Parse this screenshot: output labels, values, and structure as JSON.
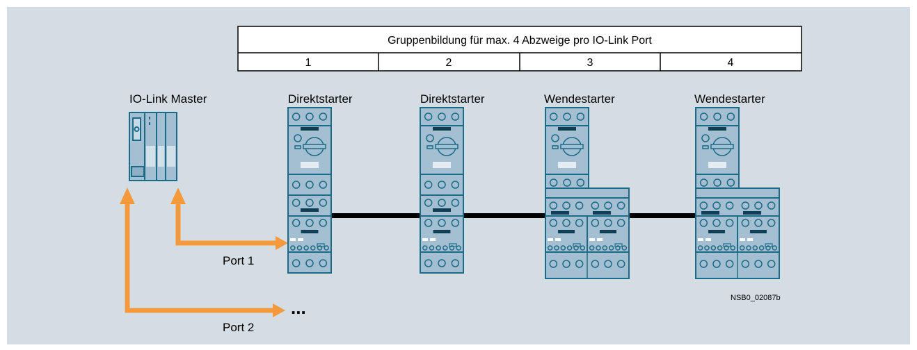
{
  "header": {
    "title": "Gruppenbildung für max. 4 Abzweige pro IO-Link Port",
    "columns": [
      "1",
      "2",
      "3",
      "4"
    ]
  },
  "master": {
    "label": "IO-Link Master"
  },
  "starters": [
    {
      "label": "Direktstarter",
      "type": "direct"
    },
    {
      "label": "Direktstarter",
      "type": "direct"
    },
    {
      "label": "Wendestarter",
      "type": "reversing"
    },
    {
      "label": "Wendestarter",
      "type": "reversing"
    }
  ],
  "ports": {
    "port1": "Port 1",
    "port2": "Port 2",
    "continuation": "..."
  },
  "figure_id": "NSB0_02087b",
  "colors": {
    "background": "#d4dde4",
    "device_fill": "#a3bfd1",
    "device_stroke": "#1a6a88",
    "arrow": "#f49a3c",
    "bus": "#000000"
  }
}
